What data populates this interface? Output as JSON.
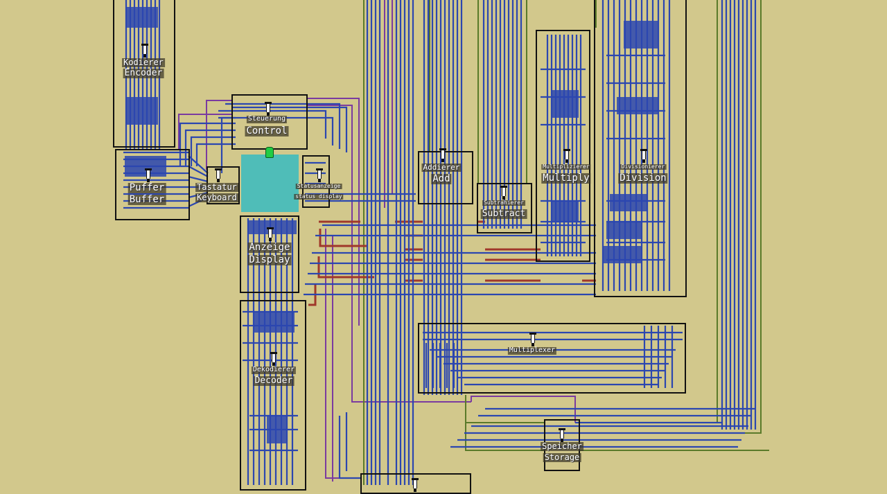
{
  "view": {
    "type": "minecraft-map-top-down",
    "subject": "redstone calculator",
    "background_color": "#d2c88c",
    "wire_colors": {
      "blue": "#2b46b0",
      "purple": "#7a3aa0",
      "red": "#a0382a",
      "green": "#5a7a2a",
      "module_border": "#111111",
      "panel_cyan": "#4fbdb8",
      "lamp_green": "#22cc44"
    }
  },
  "modules": [
    {
      "id": "encoder",
      "label_de": "Kodierer",
      "label_en": "Encoder"
    },
    {
      "id": "buffer",
      "label_de": "Puffer",
      "label_en": "Buffer"
    },
    {
      "id": "keyboard",
      "label_de": "Tastatur",
      "label_en": "Keyboard"
    },
    {
      "id": "control",
      "label_de": "Steuerung",
      "label_en": "Control"
    },
    {
      "id": "status",
      "label_de": "Statusanzeige",
      "label_en": "status display"
    },
    {
      "id": "display",
      "label_de": "Anzeige",
      "label_en": "Display"
    },
    {
      "id": "decoder",
      "label_de": "Dekodierer",
      "label_en": "Decoder"
    },
    {
      "id": "add",
      "label_de": "Addierer",
      "label_en": "Add"
    },
    {
      "id": "subtract",
      "label_de": "Subtrahierer",
      "label_en": "Subtract"
    },
    {
      "id": "multiply",
      "label_de": "Multiplizierer",
      "label_en": "Multiply"
    },
    {
      "id": "division",
      "label_de": "Divisionierer",
      "label_en": "Division"
    },
    {
      "id": "multiplexer",
      "label_de": "",
      "label_en": "Multiplexer"
    },
    {
      "id": "storage",
      "label_de": "Speicher",
      "label_en": "Storage"
    }
  ],
  "icons": {
    "marker": "map-marker-icon",
    "lamp": "green-lamp-icon"
  }
}
